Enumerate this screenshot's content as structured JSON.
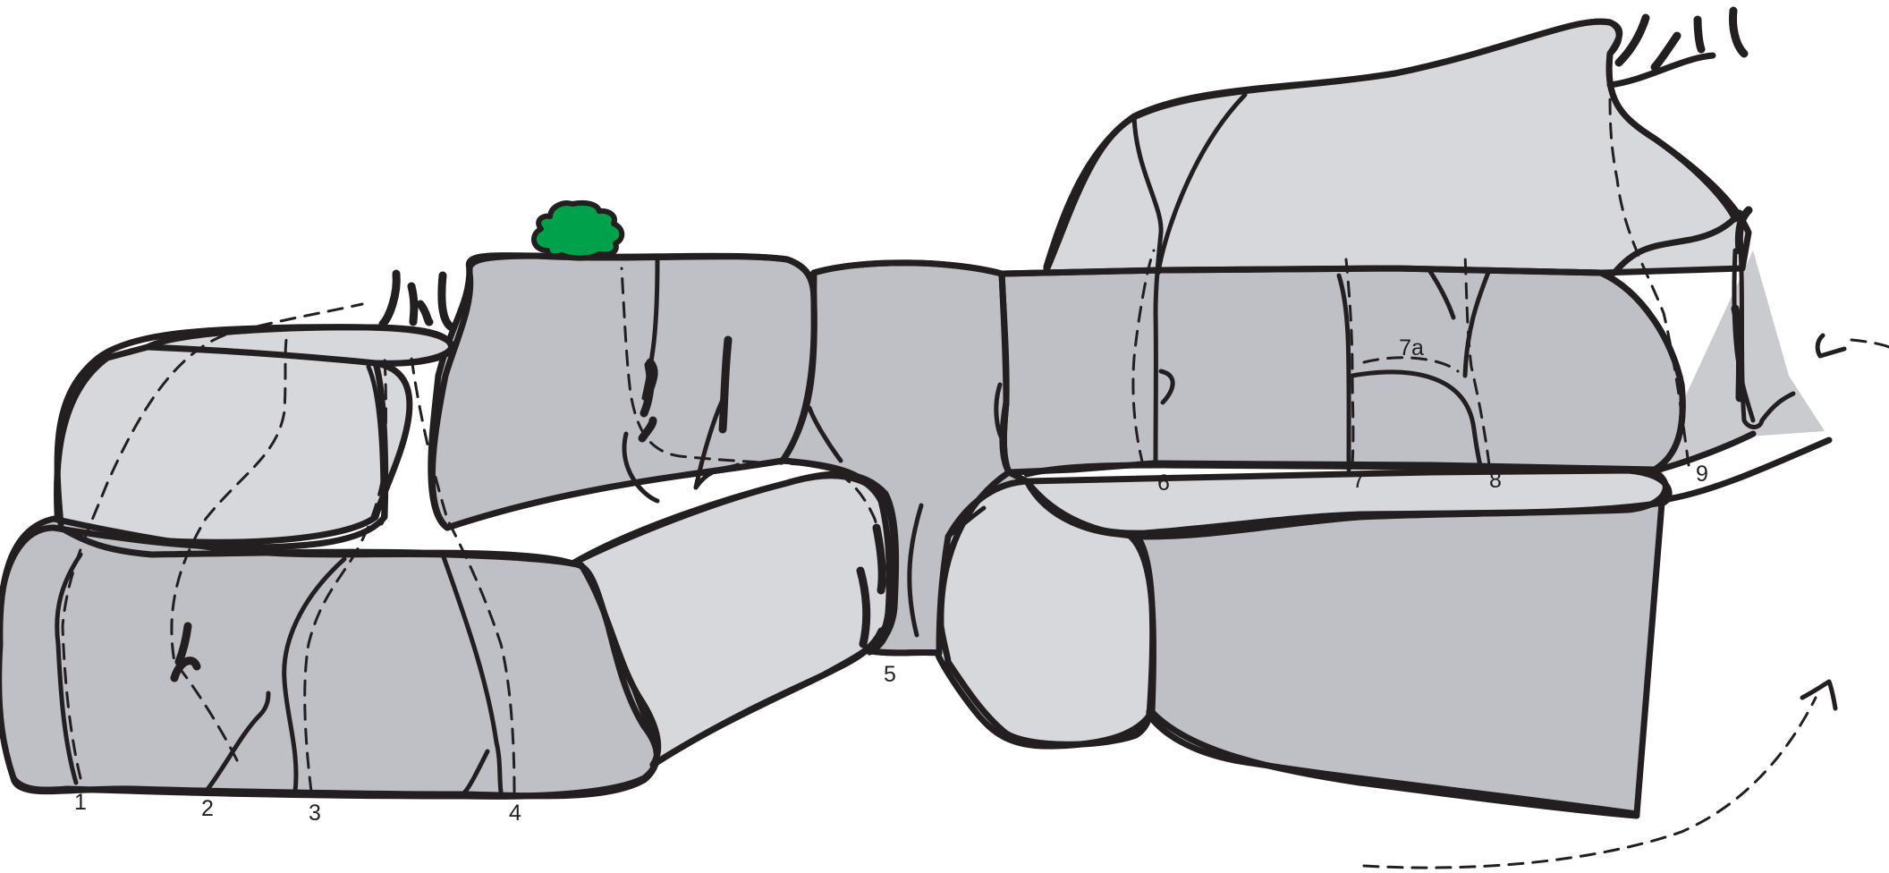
{
  "colors": {
    "rock_light": "#d7d8db",
    "rock_mid": "#bec0c5",
    "rock_flat": "#cacbcf",
    "line": "#231f20",
    "bush": "#00a14b"
  },
  "routes": [
    {
      "label": "1"
    },
    {
      "label": "2"
    },
    {
      "label": "3"
    },
    {
      "label": "4"
    },
    {
      "label": "5"
    },
    {
      "label": "6"
    },
    {
      "label": "7"
    },
    {
      "label": "7a"
    },
    {
      "label": "8"
    },
    {
      "label": "9"
    }
  ],
  "icons": {
    "bush": "bush-icon",
    "arrow_lower": "arrow-icon",
    "arrow_upper": "arrow-icon"
  }
}
